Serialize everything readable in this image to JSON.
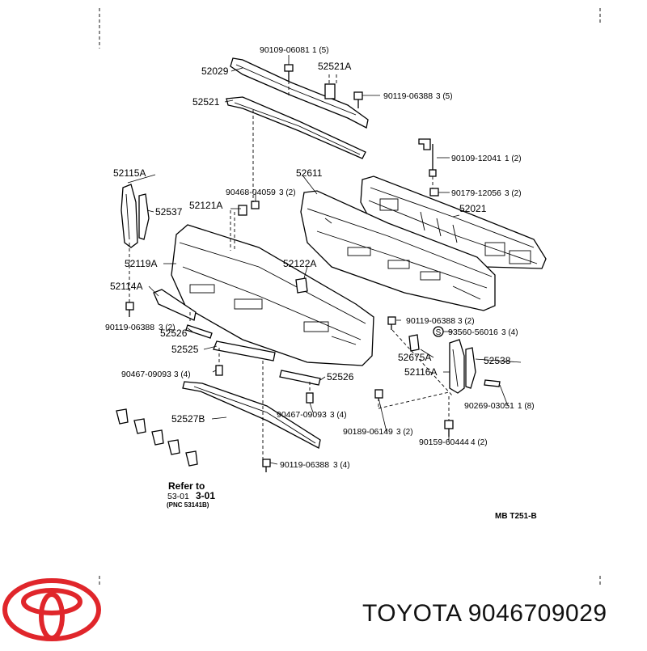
{
  "diagram": {
    "labels": {
      "p90109_06081": "90109-06081",
      "q90109_06081": "1 (5)",
      "p52029": "52029",
      "p52521A": "52521A",
      "p90119_06388_top": "90119-06388",
      "q90119_06388_top": "3 (5)",
      "p52521": "52521",
      "p90109_12041": "90109-12041",
      "q90109_12041": "1 (2)",
      "p52115A": "52115A",
      "p52611": "52611",
      "p90468_04059": "90468-04059",
      "q90468_04059": "3 (2)",
      "p90179_12056": "90179-12056",
      "q90179_12056": "3 (2)",
      "p52537": "52537",
      "p52121A": "52121A",
      "p52021": "52021",
      "p52119A": "52119A",
      "p52122A": "52122A",
      "p52114A": "52114A",
      "p90119_06388_left": "90119-06388",
      "q90119_06388_left": "3 (2)",
      "p52526_left": "52526",
      "p90119_06388_mid": "90119-06388",
      "q90119_06388_mid": "3 (2)",
      "p93560_56016": "93560-56016",
      "q93560_56016": "3 (4)",
      "p52525": "52525",
      "p52675A": "52675A",
      "p52538": "52538",
      "p90467_09093_left": "90467-09093",
      "q90467_09093_left": "3 (4)",
      "p52526_right": "52526",
      "p52116A": "52116A",
      "p90269_03051": "90269-03051",
      "q90269_03051": "1 (8)",
      "p90467_09093_mid": "90467-09093",
      "q90467_09093_mid": "3 (4)",
      "p52527B": "52527B",
      "p90189_06149": "90189-06149",
      "q90189_06149": "3 (2)",
      "p90159_60444": "90159-60444",
      "q90159_60444": "4 (2)",
      "p90119_06388_bottom": "90119-06388",
      "q90119_06388_bottom": "3 (4)",
      "refer_to": "Refer to",
      "refer_page": "53-01",
      "refer_sec": "3-01",
      "refer_pnc": "(PNC 53141B)",
      "code": "MB T251-B",
      "s_mark": "S"
    },
    "caption": "TOYOTA 9046709029",
    "brand_color": "#e0262b"
  }
}
